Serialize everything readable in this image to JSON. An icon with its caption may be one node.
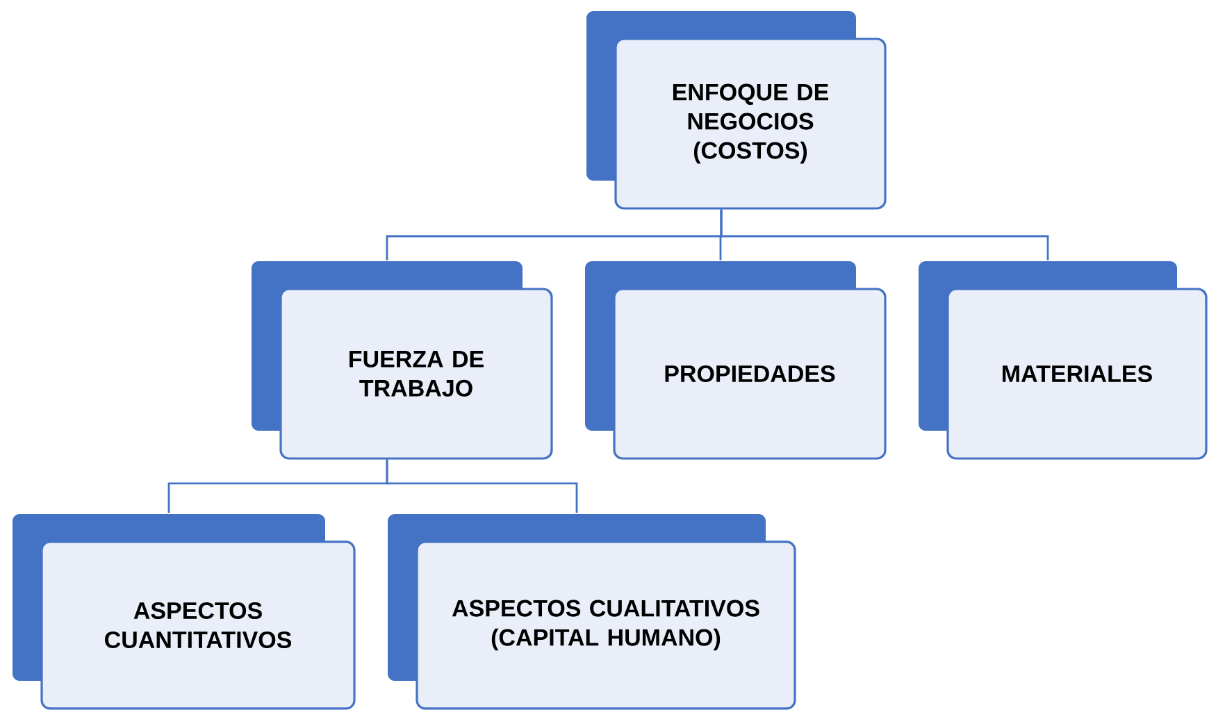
{
  "diagram": {
    "nodes": [
      {
        "text": [
          "ENFOQUE DE NEGOCIOS (COSTOS)"
        ]
      },
      {
        "text": [
          "FUERZA DE TRABAJO"
        ]
      },
      {
        "text": [
          "PROPIEDADES"
        ]
      },
      {
        "text": [
          "MATERIALES"
        ]
      },
      {
        "text": [
          "ASPECTOS CUANTITATIVOS"
        ]
      },
      {
        "text": [
          "ASPECTOS CUALITATIVOS (CAPITAL HUMANO)"
        ]
      }
    ],
    "edges": [
      {
        "from": 0,
        "to": 1,
        "arrow": "none"
      },
      {
        "from": 0,
        "to": 2,
        "arrow": "none"
      },
      {
        "from": 0,
        "to": 3,
        "arrow": "none"
      },
      {
        "from": 1,
        "to": 4,
        "arrow": "none"
      },
      {
        "from": 1,
        "to": 5,
        "arrow": "none"
      }
    ]
  }
}
